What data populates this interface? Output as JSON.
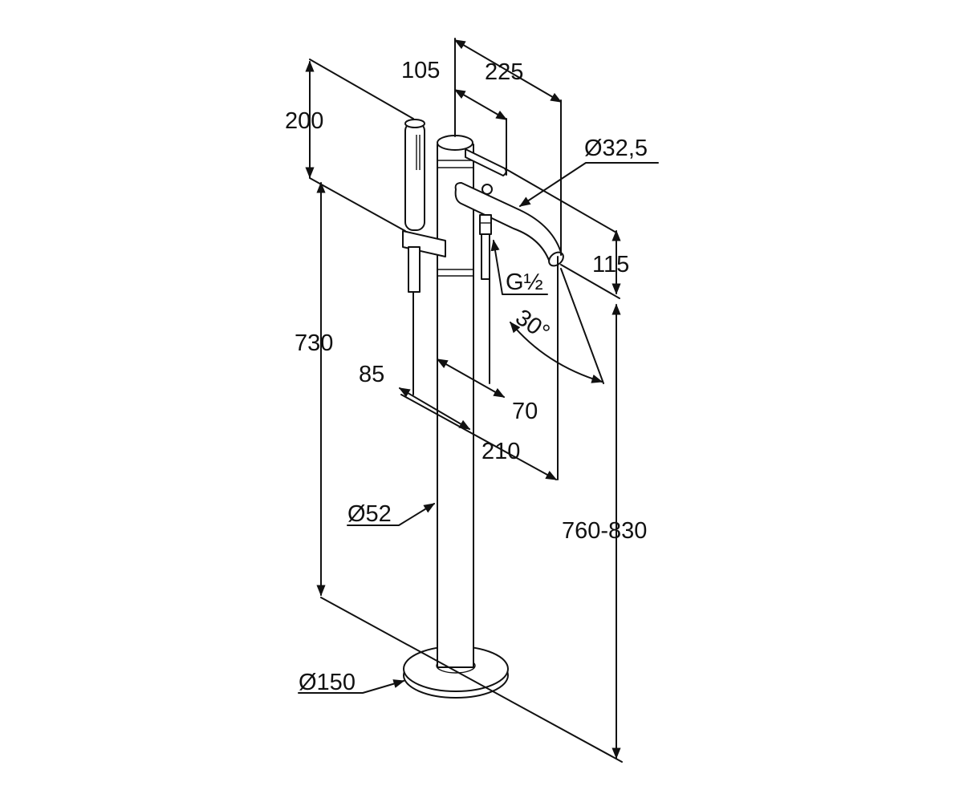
{
  "drawing": {
    "colors": {
      "line": "#111111",
      "background": "#ffffff"
    },
    "dimensions": {
      "d105": "105",
      "d225": "225",
      "d200": "200",
      "d32_5": "Ø32,5",
      "d115": "115",
      "thread": "G½",
      "angle": "30°",
      "d730": "730",
      "d85": "85",
      "d70": "70",
      "d210": "210",
      "d52": "Ø52",
      "d760_830": "760-830",
      "d150": "Ø150"
    }
  }
}
